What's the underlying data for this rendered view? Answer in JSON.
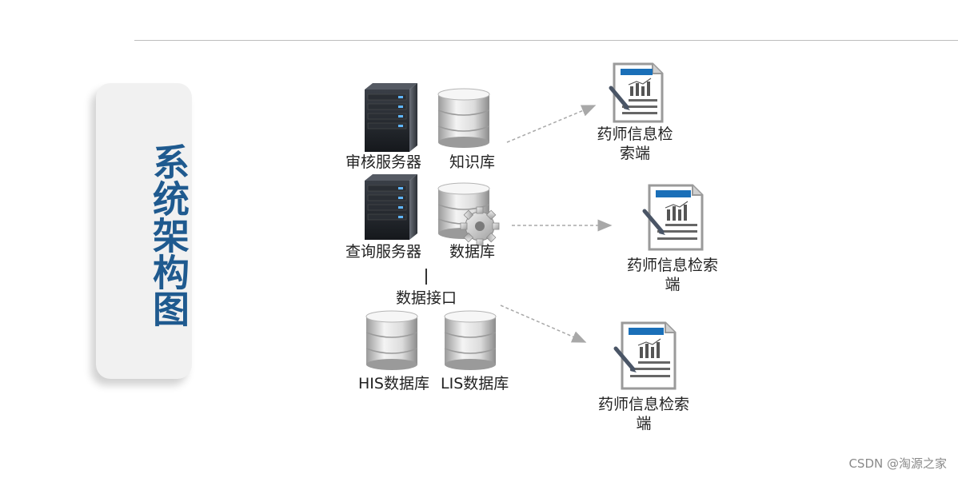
{
  "title": "系统架构图",
  "servers": {
    "audit": "审核服务器",
    "knowledge": "知识库",
    "query": "查询服务器",
    "database": "数据库",
    "interface": "数据接口",
    "his": "HIS数据库",
    "lis": "LIS数据库"
  },
  "clients": [
    {
      "line1": "药师信息检",
      "line2": "索端"
    },
    {
      "line1": "药师信息检索",
      "line2": "端"
    },
    {
      "line1": "药师信息检索",
      "line2": "端"
    }
  ],
  "watermark": "CSDN @淘源之家",
  "colors": {
    "title": "#1f5a8f",
    "doc_header": "#1a6fb8",
    "arrow": "#a8a8a8"
  }
}
